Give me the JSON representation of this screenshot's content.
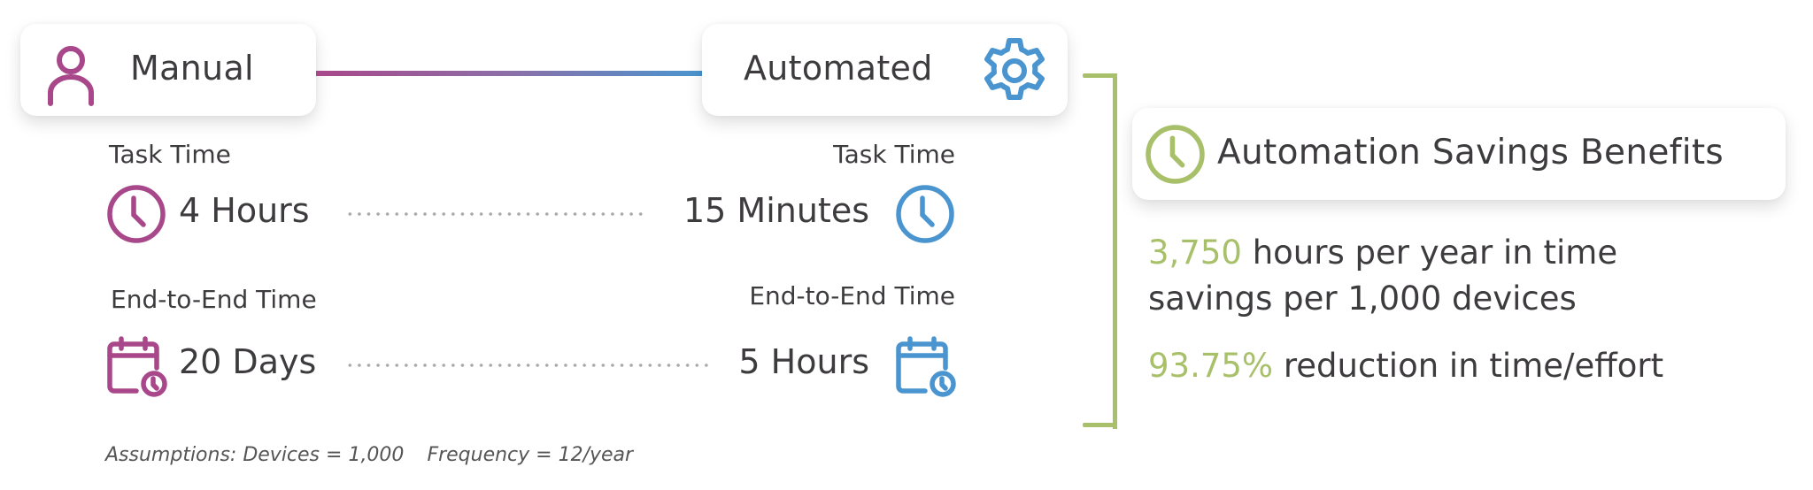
{
  "colors": {
    "manual": "#a8488a",
    "automated": "#4a95cf",
    "benefit": "#a9c06a",
    "text": "#3d3b3e",
    "dots": "#a9a9a9"
  },
  "manual": {
    "title": "Manual",
    "icon": "person-icon",
    "task_time_label": "Task Time",
    "task_time_value": "4 Hours",
    "task_time_icon": "clock-icon",
    "e2e_label": "End-to-End Time",
    "e2e_value": "20 Days",
    "e2e_icon": "calendar-clock-icon"
  },
  "automated": {
    "title": "Automated",
    "icon": "gear-icon",
    "task_time_label": "Task Time",
    "task_time_value": "15 Minutes",
    "task_time_icon": "clock-icon",
    "e2e_label": "End-to-End Time",
    "e2e_value": "5 Hours",
    "e2e_icon": "calendar-clock-icon"
  },
  "benefits": {
    "title": "Automation Savings Benefits",
    "icon": "clock-icon",
    "items": [
      {
        "highlight": "3,750",
        "line1": " hours per year in time",
        "line2": "savings per 1,000 devices"
      },
      {
        "highlight": "93.75%",
        "line1": " reduction in time/effort"
      }
    ]
  },
  "assumptions": {
    "devices": "Assumptions: Devices = 1,000",
    "frequency": "Frequency = 12/year"
  }
}
